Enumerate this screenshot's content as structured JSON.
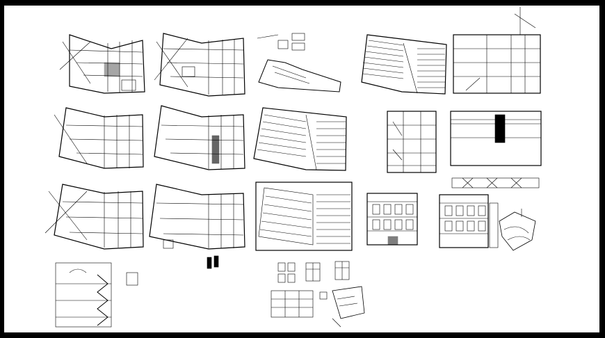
{
  "sheet": {
    "background": "#ffffff",
    "frame": "#000000",
    "ink": "#000000"
  },
  "drawings": [
    {
      "id": "plan-1",
      "kind": "floor-plan"
    },
    {
      "id": "plan-2",
      "kind": "floor-plan"
    },
    {
      "id": "site-plan",
      "kind": "site-plan"
    },
    {
      "id": "roof-plan-1",
      "kind": "roof-plan"
    },
    {
      "id": "section-1",
      "kind": "section"
    },
    {
      "id": "plan-3",
      "kind": "floor-plan"
    },
    {
      "id": "plan-4",
      "kind": "floor-plan"
    },
    {
      "id": "roof-plan-2",
      "kind": "roof-plan"
    },
    {
      "id": "section-2",
      "kind": "section"
    },
    {
      "id": "section-3",
      "kind": "section"
    },
    {
      "id": "plan-5",
      "kind": "floor-plan"
    },
    {
      "id": "plan-6",
      "kind": "floor-plan"
    },
    {
      "id": "roof-plan-3",
      "kind": "roof-plan"
    },
    {
      "id": "elevation-1",
      "kind": "elevation"
    },
    {
      "id": "elevation-2",
      "kind": "elevation"
    },
    {
      "id": "location-map",
      "kind": "map"
    },
    {
      "id": "stair-detail",
      "kind": "detail"
    },
    {
      "id": "window-details",
      "kind": "detail"
    },
    {
      "id": "door-details",
      "kind": "detail"
    }
  ]
}
